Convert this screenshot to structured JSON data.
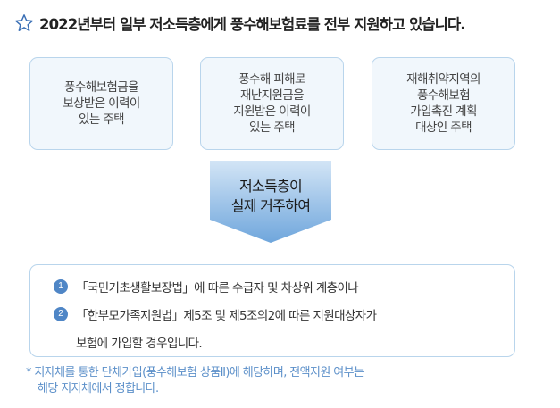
{
  "header": {
    "icon": "star-outline-icon",
    "title": "2022년부터 일부 저소득층에게 풍수해보험료를 전부 지원하고 있습니다."
  },
  "conditions": [
    {
      "lines": [
        "풍수해보험금을",
        "보상받은 이력이",
        "있는 주택"
      ]
    },
    {
      "lines": [
        "풍수해 피해로",
        "재난지원금을",
        "지원받은 이력이",
        "있는 주택"
      ]
    },
    {
      "lines": [
        "재해취약지역의",
        "풍수해보험",
        "가입촉진 계획",
        "대상인 주택"
      ]
    }
  ],
  "arrow": {
    "lines": [
      "저소득층이",
      "실제 거주하여"
    ]
  },
  "criteria": [
    {
      "number": "1",
      "lines": [
        "「국민기초생활보장법」에 따른 수급자 및 차상위 계층이나"
      ]
    },
    {
      "number": "2",
      "lines": [
        "「한부모가족지원법」제5조 및 제5조의2에 따른 지원대상자가",
        "보험에 가입할 경우입니다."
      ]
    }
  ],
  "note": {
    "lines": [
      "* 지자체를 통한 단체가입(풍수해보험 상품Ⅱ)에 해당하며, 전액지원 여부는",
      "해당 지자체에서 정합니다."
    ]
  },
  "colors": {
    "box_border": "#b9d5ec",
    "box_fill": "#f1f7fc",
    "arrow_top": "#d3e5f6",
    "arrow_bottom": "#6fa6dc",
    "number_badge": "#4f86c6",
    "note_text": "#5b8fc9",
    "star": "#3a6fb5"
  }
}
